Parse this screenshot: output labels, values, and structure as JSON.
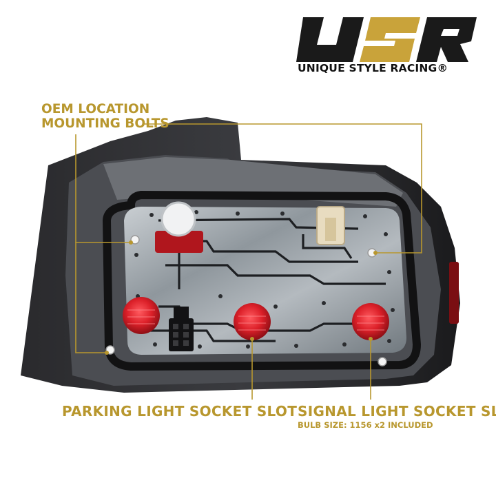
{
  "brand": {
    "logo_text": "USR",
    "tagline": "UNIQUE STYLE RACING®"
  },
  "callouts": {
    "oem_line1": "OEM LOCATION",
    "oem_line2": "MOUNTING BOLTS",
    "parking": "PARKING LIGHT SOCKET SLOT",
    "signal": "SIGNAL LIGHT SOCKET SLOT",
    "bulb_size": "BULB SIZE: 1156 x2 INCLUDED"
  },
  "colors": {
    "accent_gold": "#b8972e",
    "lens_red": "#d8222b",
    "housing_black": "#1d1d1f",
    "plate_metal": "#9aa2a8"
  }
}
